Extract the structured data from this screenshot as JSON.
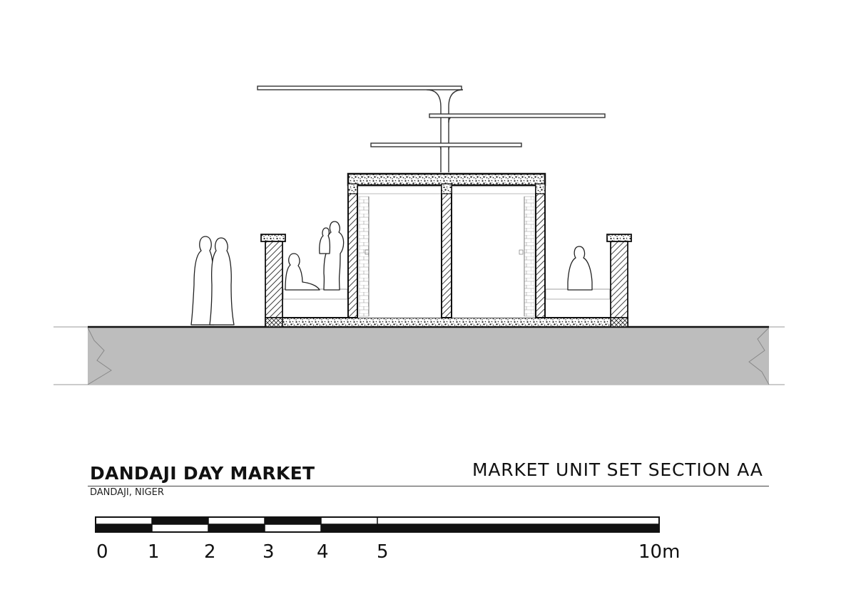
{
  "title": "DANDAJI DAY MARKET",
  "location": "DANDAJI, NIGER",
  "section_title": "MARKET UNIT SET SECTION AA",
  "scale_bar": {
    "labels": [
      "0",
      "1",
      "2",
      "3",
      "4",
      "5",
      "10m"
    ]
  },
  "colors": {
    "ground": "#bdbdbd",
    "ink": "#111111",
    "background": "#ffffff"
  }
}
